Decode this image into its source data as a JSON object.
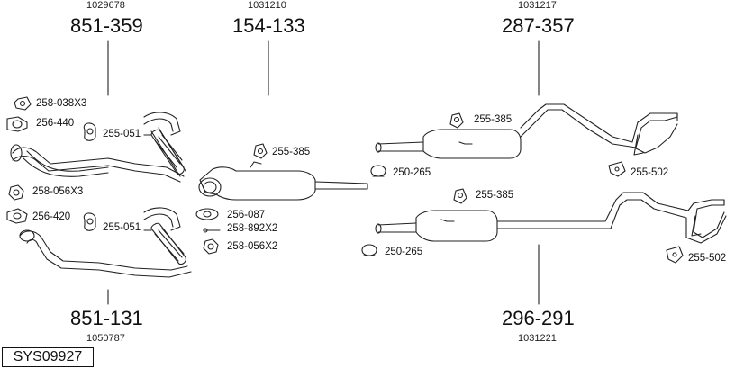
{
  "assemblies": [
    {
      "ref": "1029678",
      "part": "851-359"
    },
    {
      "ref": "1031210",
      "part": "154-133"
    },
    {
      "ref": "1031217",
      "part": "287-357"
    },
    {
      "ref": "1050787",
      "part": "851-131"
    },
    {
      "ref": "1031221",
      "part": "296-291"
    }
  ],
  "parts": [
    {
      "code": "258-038X3",
      "icon": "nut-icon"
    },
    {
      "code": "256-440",
      "icon": "flange-gasket-icon"
    },
    {
      "code": "255-051",
      "icon": "rubber-mount-icon"
    },
    {
      "code": "258-056X3",
      "icon": "hex-nut-icon"
    },
    {
      "code": "256-420",
      "icon": "flange-gasket-icon"
    },
    {
      "code": "255-051",
      "icon": "rubber-mount-icon"
    },
    {
      "code": "255-385",
      "icon": "rubber-ring-icon"
    },
    {
      "code": "256-087",
      "icon": "gasket-icon"
    },
    {
      "code": "258-892X2",
      "icon": "bolt-icon"
    },
    {
      "code": "258-056X2",
      "icon": "hex-nut-icon"
    },
    {
      "code": "255-385",
      "icon": "rubber-ring-icon"
    },
    {
      "code": "250-265",
      "icon": "clamp-icon"
    },
    {
      "code": "255-502",
      "icon": "rubber-hanger-icon"
    },
    {
      "code": "255-385",
      "icon": "rubber-ring-icon"
    },
    {
      "code": "250-265",
      "icon": "clamp-icon"
    },
    {
      "code": "255-502",
      "icon": "rubber-hanger-icon"
    }
  ],
  "system_id": "SYS09927",
  "colors": {
    "line": "#222222",
    "fill": "#ffffff"
  }
}
